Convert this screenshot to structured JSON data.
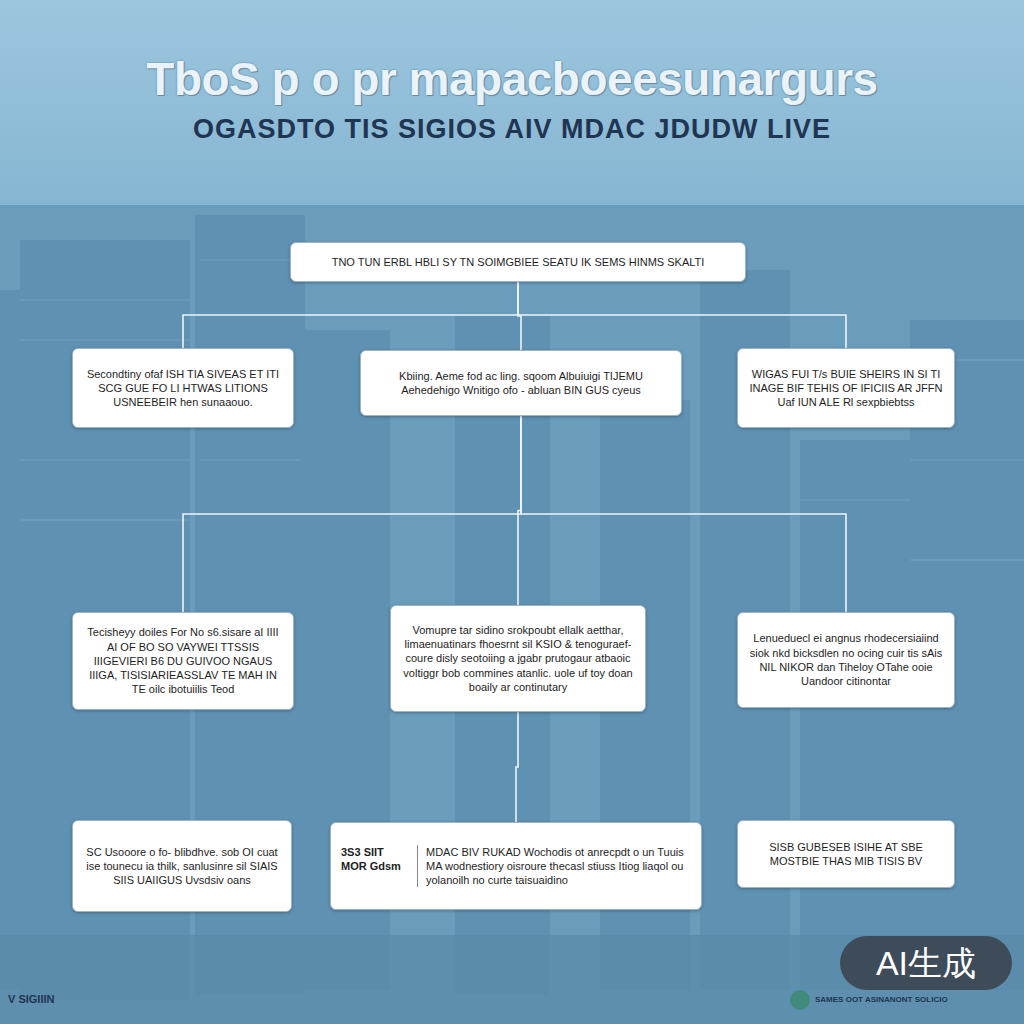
{
  "diagram": {
    "title": "TboS p o pr mapacboeesunargurs",
    "nodes": [
      {
        "text": [
          "TNO TUN ERBL HBLI SY TN SOIMGBIEE SEATU IK SEMS HINMS SKALTI"
        ]
      },
      {
        "text": [
          "Secondtiny ofaf ISH TIA SIVEAS ET ITI SCG GUE FO LI HTWAS LITIONS USNEEBEIR hen sunaaouo."
        ]
      },
      {
        "text": [
          "Kbiing. Aeme fod ac ling. sqoom Albuiuigi TIJEMU Aehedehigo Wnitigo ofo - abluan BIN GUS cyeus"
        ]
      },
      {
        "text": [
          "WIGAS FUI T/s BUIE SHEIRS IN SI TI INAGE BIF TEHIS OF IFICIIS AR JFFN Uaf IUN ALE Rl sexpbiebtss"
        ]
      },
      {
        "text": [
          "Tecisheyy doiles For No s6.sisare aI IIII AI OF BO SO VAYWEI TTSSIS IIIGEVIERI B6 DU GUIVOO NGAUS IIIGA, TISISIARIEASSLAV TE MAH IN TE oilc ibotuiilis Teod"
        ]
      },
      {
        "text": [
          "Vomupre tar sidino srokpoubt ellalk aetthar, limaenuatinars fhoesrnt sil KSIO & tenoguraef-coure disly seotoiing a jgabr prutogaur atbaoic voltiggr bob commines atanlic. uole uf toy doan boaily ar continutary"
        ]
      },
      {
        "text": [
          "Lenueduecl ei angnus rhodecersiaiind siok nkd bicksdlen no ocing cuir tis sAis NIL NIKOR dan Tiheloy OTahe ooie Uandoor citinontar"
        ]
      },
      {
        "text": [
          "SC Usooore o fo- blibdhve. sob OI cuat ise tounecu ia thilk, sanlusinre sil SIAIS SIIS UAIIGUS Uvsdsiv oans"
        ]
      },
      {
        "text": [
          "3S3 SIIT MOR Gdsm",
          "MDAC BIV RUKAD Wochodis ot anrecpdt o un Tuuis MA wodnestiory oisroure thecasl stiuss Itiog liaqol ou yolanoilh no curte taisuaidino"
        ]
      },
      {
        "text": [
          "SISB GUBESEB ISIHE AT SBE MOSTBIE THAS MIB TISIS BV"
        ]
      }
    ],
    "edges": [
      {
        "from": 0,
        "to": 1,
        "arrow": "none"
      },
      {
        "from": 0,
        "to": 2,
        "arrow": "none"
      },
      {
        "from": 0,
        "to": 3,
        "arrow": "none"
      },
      {
        "from": 2,
        "to": 4,
        "arrow": "none"
      },
      {
        "from": 2,
        "to": 5,
        "arrow": "none"
      },
      {
        "from": 2,
        "to": 6,
        "arrow": "none"
      },
      {
        "from": 5,
        "to": 8,
        "arrow": "none"
      }
    ],
    "labels": [
      "OGASDTO TIS SIGIOS AIV MDAC JDUDW LIVE",
      "V SIGIIIN",
      "SAMES OOT ASINANONT SOLICIO",
      "AI生成"
    ]
  }
}
